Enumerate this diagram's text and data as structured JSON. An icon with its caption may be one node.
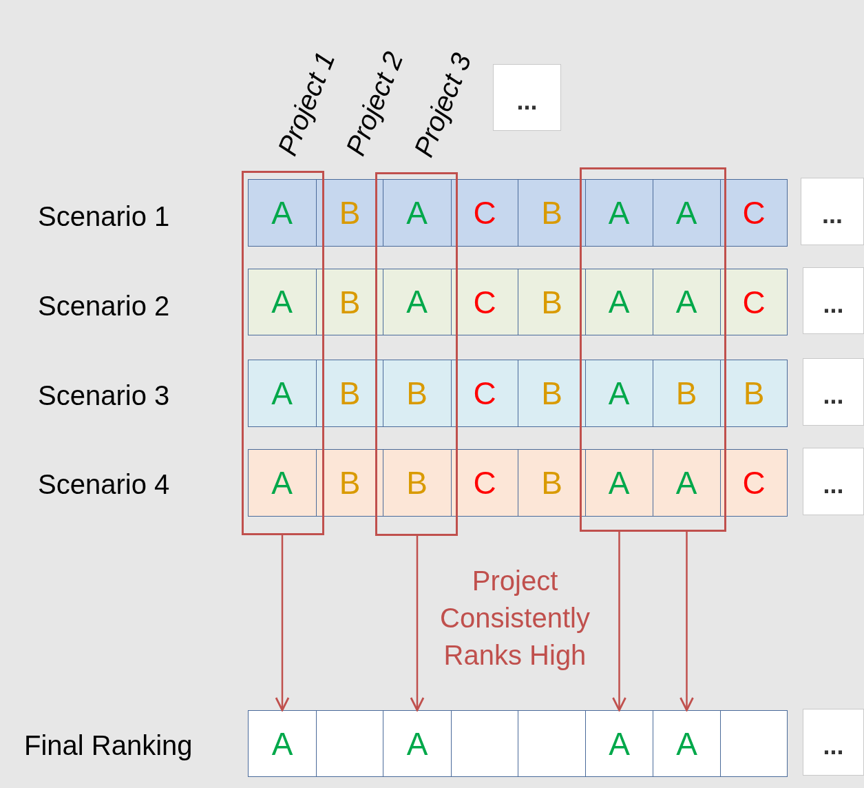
{
  "diagram": {
    "nodes": [
      {
        "text": [
          "..."
        ]
      },
      {
        "text": [],
        "shape": "box"
      },
      {
        "text": [],
        "shape": "box"
      },
      {
        "text": [],
        "shape": "box"
      },
      {
        "text": [
          "A"
        ],
        "in": 1
      },
      {
        "text": [
          "B"
        ]
      },
      {
        "text": [
          "A"
        ],
        "in": 2
      },
      {
        "text": [
          "C"
        ]
      },
      {
        "text": [
          "B"
        ]
      },
      {
        "text": [
          "A"
        ],
        "in": 3
      },
      {
        "text": [
          "A"
        ],
        "in": 3
      },
      {
        "text": [
          "C"
        ]
      },
      {
        "text": [
          "..."
        ]
      },
      {
        "text": [
          "A"
        ],
        "in": 1
      },
      {
        "text": [
          "B"
        ]
      },
      {
        "text": [
          "A"
        ],
        "in": 2
      },
      {
        "text": [
          "C"
        ]
      },
      {
        "text": [
          "B"
        ]
      },
      {
        "text": [
          "A"
        ],
        "in": 3
      },
      {
        "text": [
          "A"
        ],
        "in": 3
      },
      {
        "text": [
          "C"
        ]
      },
      {
        "text": [
          "..."
        ]
      },
      {
        "text": [
          "A"
        ],
        "in": 1
      },
      {
        "text": [
          "B"
        ]
      },
      {
        "text": [
          "B"
        ],
        "in": 2
      },
      {
        "text": [
          "C"
        ]
      },
      {
        "text": [
          "B"
        ]
      },
      {
        "text": [
          "A"
        ],
        "in": 3
      },
      {
        "text": [
          "B"
        ],
        "in": 3
      },
      {
        "text": [
          "B"
        ]
      },
      {
        "text": [
          "..."
        ]
      },
      {
        "text": [
          "A"
        ],
        "in": 1
      },
      {
        "text": [
          "B"
        ]
      },
      {
        "text": [
          "B"
        ],
        "in": 2
      },
      {
        "text": [
          "C"
        ]
      },
      {
        "text": [
          "B"
        ]
      },
      {
        "text": [
          "A"
        ],
        "in": 3
      },
      {
        "text": [
          "A"
        ],
        "in": 3
      },
      {
        "text": [
          "C"
        ]
      },
      {
        "text": [
          "..."
        ]
      },
      {
        "text": [
          "A"
        ]
      },
      {
        "text": [],
        "shape": "box"
      },
      {
        "text": [
          "A"
        ]
      },
      {
        "text": [],
        "shape": "box"
      },
      {
        "text": [],
        "shape": "box"
      },
      {
        "text": [
          "A"
        ]
      },
      {
        "text": [
          "A"
        ]
      },
      {
        "text": [],
        "shape": "box"
      },
      {
        "text": [
          "..."
        ]
      }
    ],
    "edges": [
      {
        "from": 1,
        "to": 40,
        "arrow": "to"
      },
      {
        "from": 2,
        "to": 42,
        "arrow": "to"
      },
      {
        "from": 3,
        "to": 45,
        "arrow": "to"
      },
      {
        "from": 3,
        "to": 46,
        "arrow": "to"
      }
    ],
    "labels": [
      "Project 1",
      "Project 2",
      "Project 3",
      "Scenario 1",
      "Scenario 2",
      "Scenario 3",
      "Scenario 4",
      "Project Consistently Ranks High",
      "Final Ranking"
    ]
  }
}
